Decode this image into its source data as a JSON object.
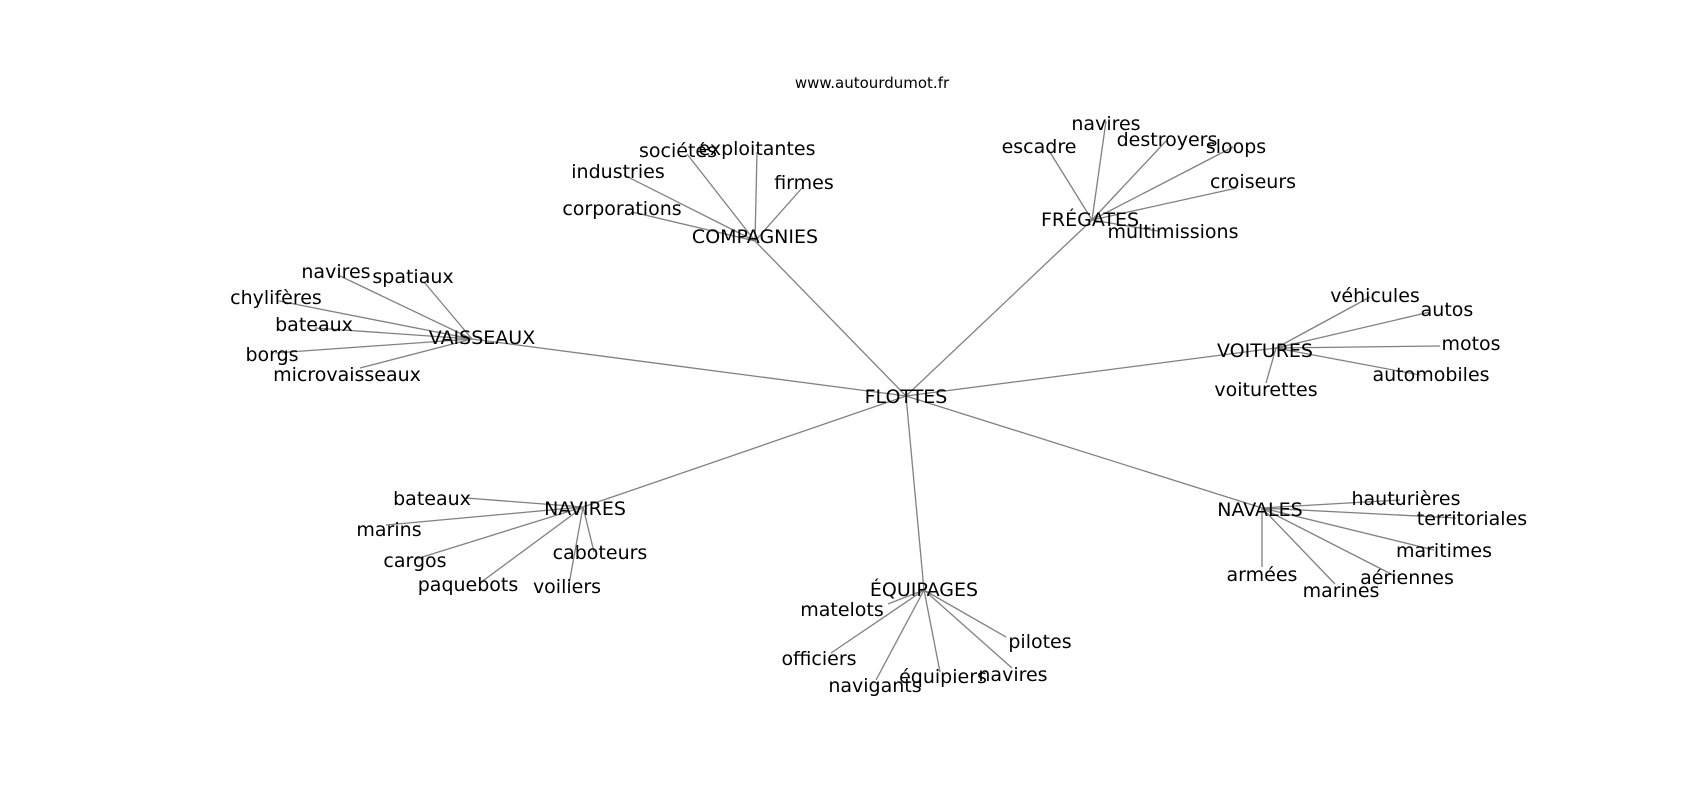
{
  "site": "www.autourdumot.fr",
  "colors": {
    "edge": "#808080",
    "text": "#000000",
    "background": "#ffffff"
  },
  "root": "FLOTTES",
  "groups": [
    {
      "label": "VAISSEAUX",
      "leaves": [
        "navires",
        "spatiaux",
        "chylifères",
        "bateaux",
        "borgs",
        "microvaisseaux"
      ]
    },
    {
      "label": "COMPAGNIES",
      "leaves": [
        "sociétés",
        "exploitantes",
        "industries",
        "firmes",
        "corporations"
      ]
    },
    {
      "label": "FRÉGATES",
      "leaves": [
        "escadre",
        "navires",
        "destroyers",
        "sloops",
        "croiseurs",
        "multimissions"
      ]
    },
    {
      "label": "VOITURES",
      "leaves": [
        "véhicules",
        "autos",
        "motos",
        "automobiles",
        "voiturettes"
      ]
    },
    {
      "label": "NAVIRES",
      "leaves": [
        "bateaux",
        "marins",
        "cargos",
        "paquebots",
        "caboteurs",
        "voiliers"
      ]
    },
    {
      "label": "ÉQUIPAGES",
      "leaves": [
        "matelots",
        "officiers",
        "navigants",
        "équipiers",
        "navires",
        "pilotes"
      ]
    },
    {
      "label": "NAVALES",
      "leaves": [
        "hauturières",
        "territoriales",
        "maritimes",
        "aériennes",
        "marines",
        "armées"
      ]
    }
  ]
}
